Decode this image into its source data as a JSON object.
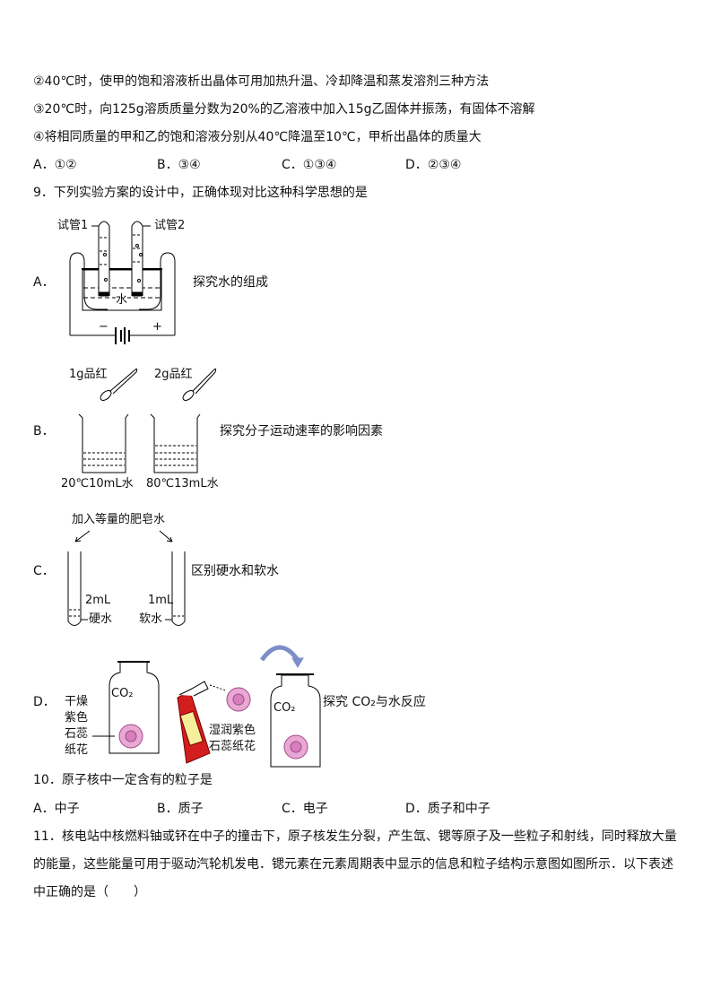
{
  "q8": {
    "stmt2": "②40℃时，使甲的饱和溶液析出晶体可用加热升温、冷却降温和蒸发溶剂三种方法",
    "stmt3": "③20℃时，向125g溶质质量分数为20%的乙溶液中加入15g乙固体并振荡，有固体不溶解",
    "stmt4": "④将相同质量的甲和乙的饱和溶液分别从40℃降温至10℃，甲析出晶体的质量大",
    "options": [
      "A．①②",
      "B．③④",
      "C．①③④",
      "D．②③④"
    ]
  },
  "q9": {
    "stem": "9．下列实验方案的设计中，正确体现对比这种科学思想的是",
    "A": {
      "letter": "A．",
      "desc": "探究水的组成",
      "tube1": "试管1",
      "tube2": "试管2",
      "water": "水",
      "neg": "−",
      "pos": "+"
    },
    "B": {
      "letter": "B．",
      "desc": "探究分子运动速率的影响因素",
      "spoon1": "1g品红",
      "spoon2": "2g品红",
      "beaker1": "20℃10mL水",
      "beaker2": "80℃13mL水"
    },
    "C": {
      "letter": "C．",
      "desc": "区别硬水和软水",
      "top": "加入等量的肥皂水",
      "vol1": "2mL",
      "vol2": "1mL",
      "liq1": "硬水",
      "liq2": "软水"
    },
    "D": {
      "letter": "D．",
      "desc": "探究 CO₂与水反应",
      "dry": [
        "干燥",
        "紫色",
        "石蕊",
        "纸花"
      ],
      "wet": [
        "湿润紫色",
        "石蕊纸花"
      ],
      "gas": "CO₂"
    }
  },
  "q10": {
    "stem": "10．原子核中一定含有的粒子是",
    "options": [
      "A．中子",
      "B．质子",
      "C．电子",
      "D．质子和中子"
    ]
  },
  "q11": {
    "lines": [
      "11．核电站中核燃料铀或钚在中子的撞击下，原子核发生分裂，产生氙、锶等原子及一些粒子和射线，同时释放大量",
      "的能量，这些能量可用于驱动汽轮机发电．锶元素在元素周期表中显示的信息和粒子结构示意图如图所示．以下表述",
      "中正确的是（　　）"
    ]
  }
}
